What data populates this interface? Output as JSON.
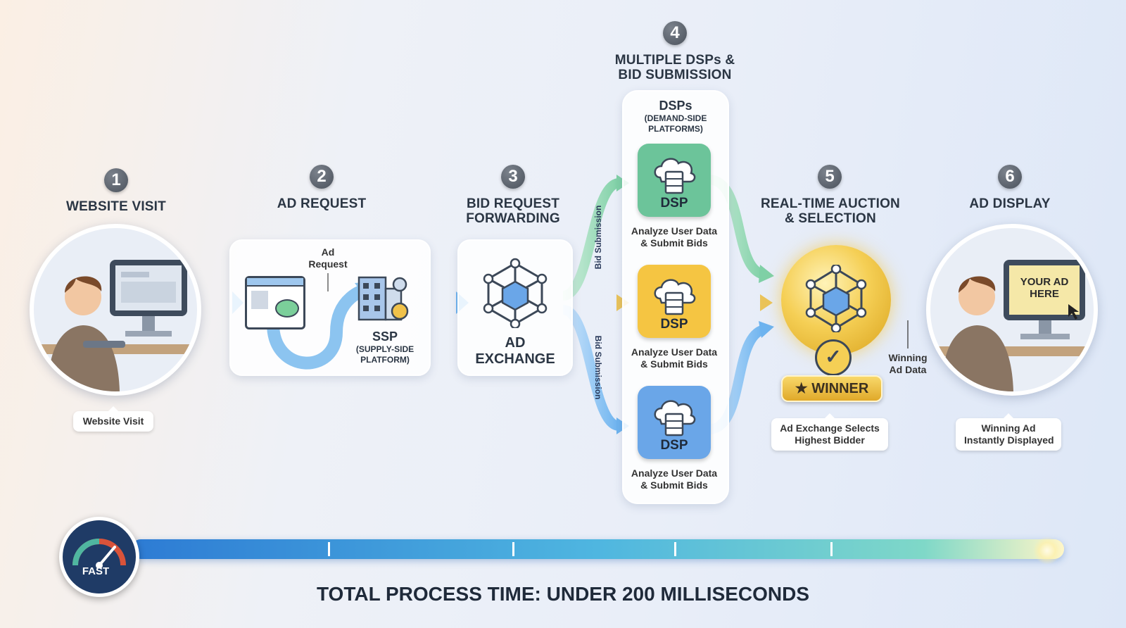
{
  "steps": [
    {
      "num": "1",
      "title": "WEBSITE VISIT",
      "caption": "Website Visit"
    },
    {
      "num": "2",
      "title": "AD REQUEST",
      "flow_label": "Ad Request",
      "ssp_title": "SSP",
      "ssp_sub": "(SUPPLY-SIDE PLATFORM)"
    },
    {
      "num": "3",
      "title_line1": "BID REQUEST",
      "title_line2": "FORWARDING",
      "box_line1": "AD",
      "box_line2": "EXCHANGE"
    },
    {
      "num": "4",
      "title_line1": "MULTIPLE DSPs &",
      "title_line2": "BID SUBMISSION",
      "panel_title": "DSPs",
      "panel_sub_line1": "(DEMAND-SIDE",
      "panel_sub_line2": "PLATFORMS)"
    },
    {
      "num": "5",
      "title_line1": "REAL-TIME AUCTION",
      "title_line2": "& SELECTION",
      "badge": "WINNER",
      "caption_line1": "Ad Exchange Selects",
      "caption_line2": "Highest Bidder"
    },
    {
      "num": "6",
      "title": "AD DISPLAY",
      "screen_line1": "YOUR AD",
      "screen_line2": "HERE",
      "caption_line1": "Winning Ad",
      "caption_line2": "Instantly Displayed"
    }
  ],
  "dsps": [
    {
      "label": "DSP",
      "caption_line1": "Analyze User Data",
      "caption_line2": "& Submit Bids",
      "color": "#6cc49a"
    },
    {
      "label": "DSP",
      "caption_line1": "Analyze User Data",
      "caption_line2": "& Submit Bids",
      "color": "#f5c542"
    },
    {
      "label": "DSP",
      "caption_line1": "Analyze User Data",
      "caption_line2": "& Submit Bids",
      "color": "#6aa6e8"
    }
  ],
  "arrow_labels": {
    "bid_submission_top": "Bid Submission",
    "bid_submission_bottom": "Bid Submission",
    "winning_line1": "Winning",
    "winning_line2": "Ad Data"
  },
  "timeline": {
    "gauge_label": "FAST",
    "total": "TOTAL PROCESS TIME: UNDER 200 MILLISECONDS"
  },
  "colors": {
    "accent_blue": "#2f7fd6",
    "gold": "#e9b82a",
    "green": "#6cc49a"
  }
}
